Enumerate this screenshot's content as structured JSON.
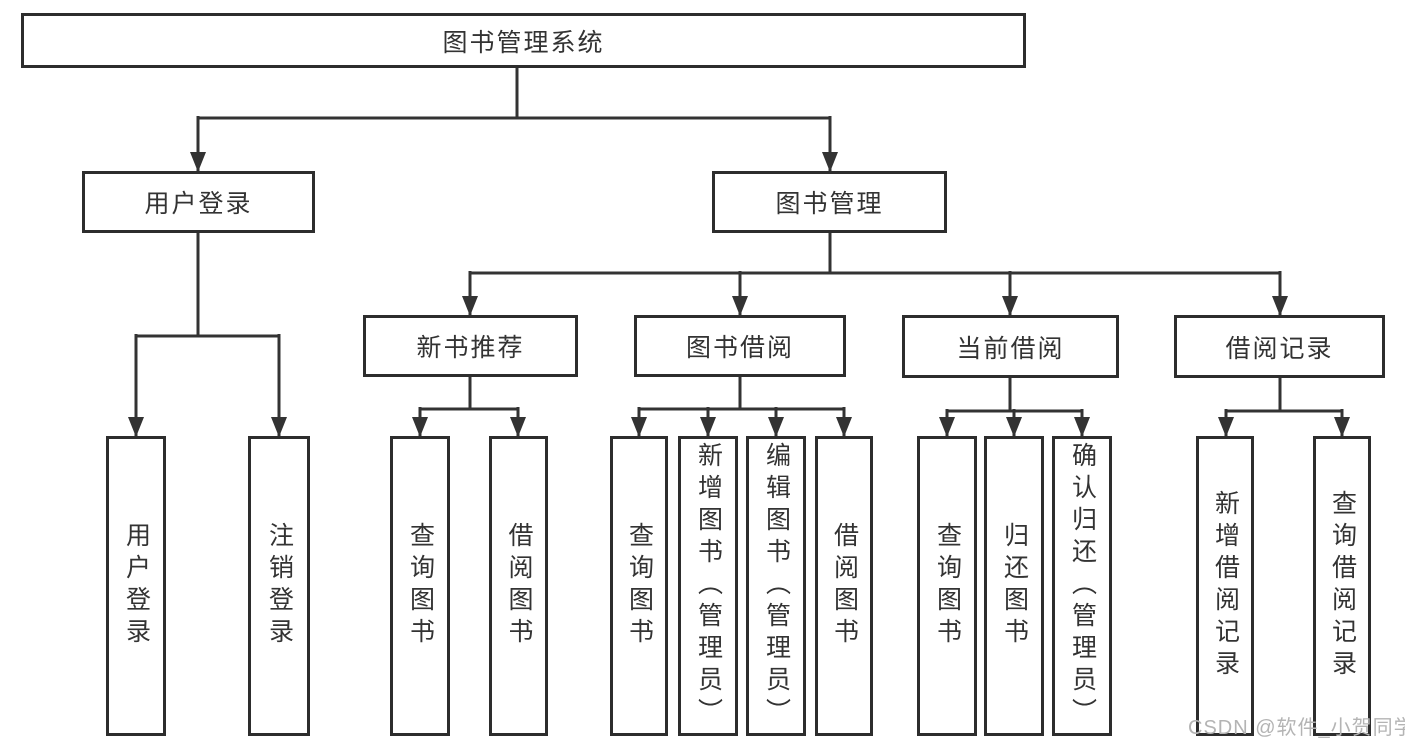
{
  "diagram": {
    "root": "图书管理系统",
    "user_login": {
      "label": "用户登录",
      "children": [
        "用户登录",
        "注销登录"
      ]
    },
    "book_mgmt": {
      "label": "图书管理",
      "sections": [
        {
          "label": "新书推荐",
          "children": [
            "查询图书",
            "借阅图书"
          ]
        },
        {
          "label": "图书借阅",
          "children": [
            "查询图书",
            "新增图书（管理员）",
            "编辑图书（管理员）",
            "借阅图书"
          ]
        },
        {
          "label": "当前借阅",
          "children": [
            "查询图书",
            "归还图书",
            "确认归还（管理员）"
          ]
        },
        {
          "label": "借阅记录",
          "children": [
            "新增借阅记录",
            "查询借阅记录"
          ]
        }
      ]
    }
  },
  "watermark": "CSDN @软件_小贺同学",
  "colors": {
    "line": "#333333",
    "box_border": "#2d2d2d",
    "text": "#333333",
    "watermark": "#b4b4b4",
    "background": "#ffffff"
  }
}
